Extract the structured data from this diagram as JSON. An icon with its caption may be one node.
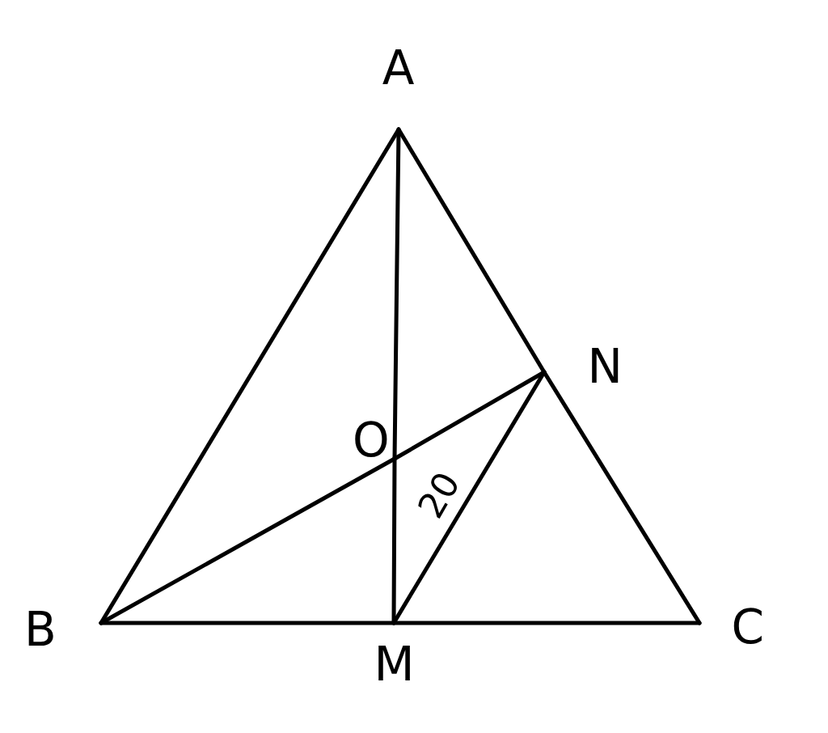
{
  "diagram": {
    "nodes": [
      {
        "text": [
          "A"
        ]
      },
      {
        "text": [
          "B"
        ]
      },
      {
        "text": [
          "C"
        ]
      },
      {
        "text": [
          "M"
        ]
      },
      {
        "text": [
          "N"
        ]
      },
      {
        "text": [
          "O"
        ]
      }
    ],
    "edges": [
      {
        "from": 0,
        "to": 1,
        "arrow": "none"
      },
      {
        "from": 0,
        "to": 4,
        "arrow": "none"
      },
      {
        "from": 4,
        "to": 2,
        "arrow": "none"
      },
      {
        "from": 1,
        "to": 3,
        "arrow": "none"
      },
      {
        "from": 3,
        "to": 2,
        "arrow": "none"
      },
      {
        "from": 0,
        "to": 5,
        "arrow": "none"
      },
      {
        "from": 5,
        "to": 3,
        "arrow": "none"
      },
      {
        "from": 1,
        "to": 5,
        "arrow": "none"
      },
      {
        "from": 5,
        "to": 4,
        "arrow": "none"
      },
      {
        "from": 3,
        "to": 4,
        "arrow": "none"
      }
    ],
    "labels": [
      "20"
    ]
  }
}
